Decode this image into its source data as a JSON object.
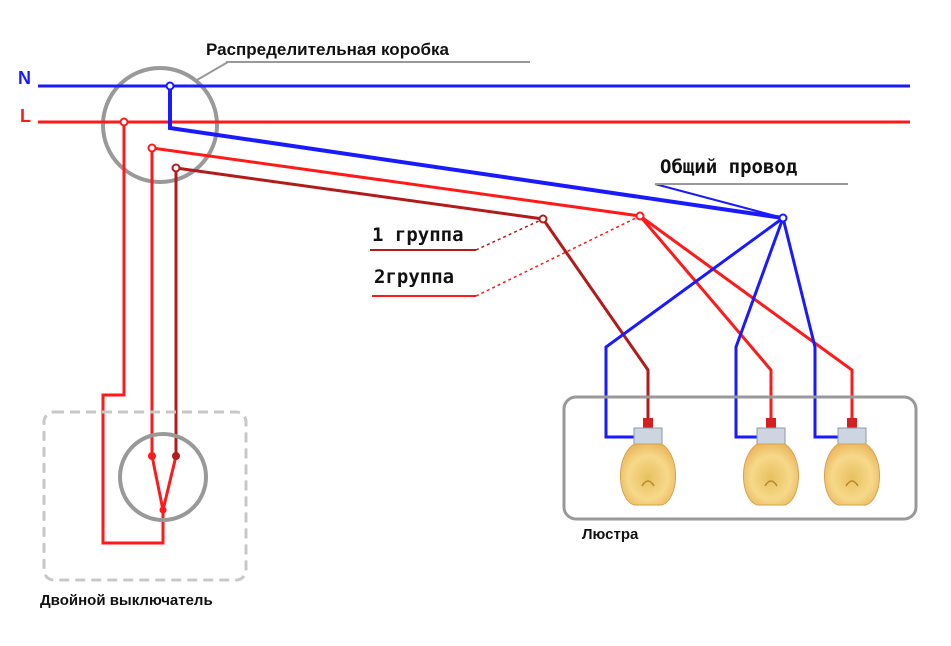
{
  "labels": {
    "junction_box": "Распределительная коробка",
    "neutral": "N",
    "live": "L",
    "common_wire": "Общий провод",
    "group1": "1 группа",
    "group2": "2группа",
    "chandelier": "Люстра",
    "switch": "Двойной выключатель"
  },
  "colors": {
    "neutral_wire": "#1a1aff",
    "live_wire": "#ff1a1a",
    "group1_wire": "#b31a1a",
    "group2_wire": "#ff1a1a",
    "outline_gray": "#999999",
    "bulb_glass": "#f6d98a",
    "bulb_base": "#cdd6e0"
  },
  "icons": [
    "lamp-bulb-icon",
    "double-switch-icon",
    "junction-box-circle"
  ]
}
